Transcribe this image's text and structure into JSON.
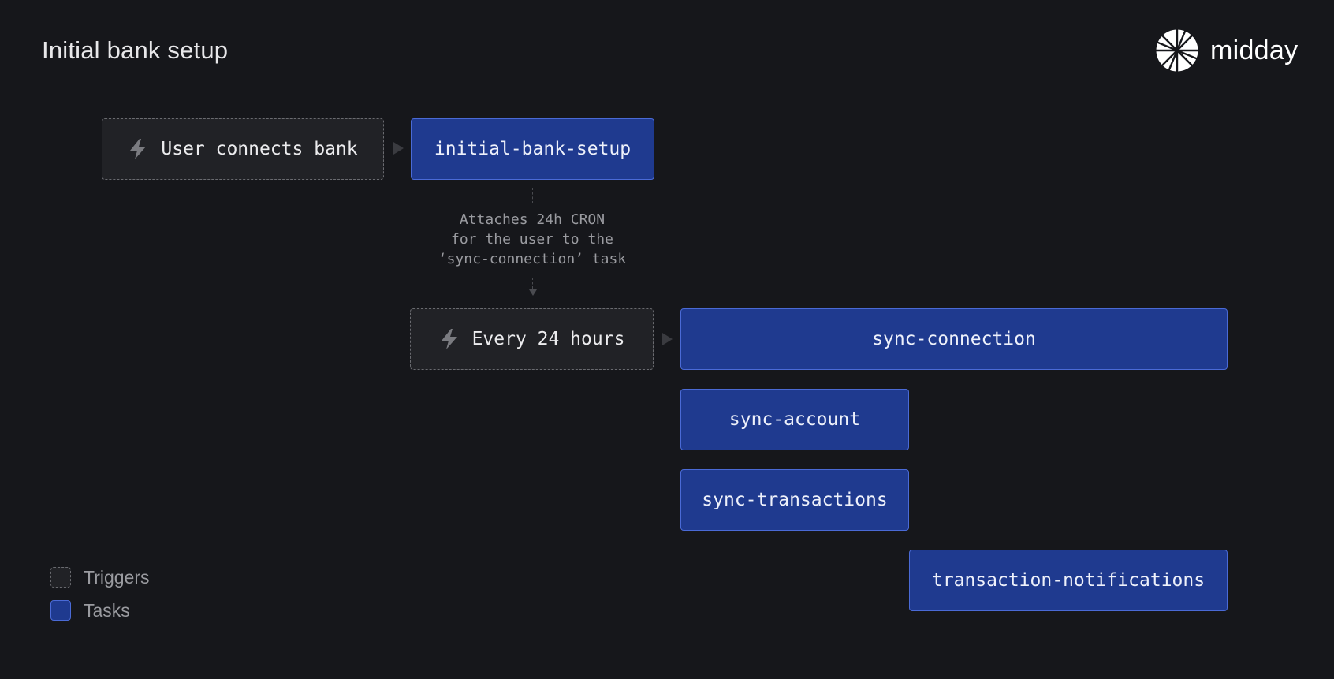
{
  "header": {
    "title": "Initial bank setup",
    "brand_name": "midday",
    "brand_icon": "midday-logo-icon"
  },
  "triggers": {
    "user_connects_bank": {
      "label": "User connects bank",
      "icon": "lightning-bolt-icon"
    },
    "every_24_hours": {
      "label": "Every 24 hours",
      "icon": "lightning-bolt-icon"
    }
  },
  "tasks": {
    "initial_bank_setup": "initial-bank-setup",
    "sync_connection": "sync-connection",
    "sync_account": "sync-account",
    "sync_transactions": "sync-transactions",
    "transaction_notifications": "transaction-notifications"
  },
  "note": "Attaches 24h CRON\nfor the user to the\n‘sync-connection’ task",
  "legend": {
    "triggers_label": "Triggers",
    "tasks_label": "Tasks"
  },
  "colors": {
    "background": "#16171b",
    "trigger_fill": "#212226",
    "trigger_border": "#6a6b70",
    "task_fill": "#1f3a8f",
    "task_border": "#4a6ad6",
    "muted_text": "#9a9ba0"
  }
}
